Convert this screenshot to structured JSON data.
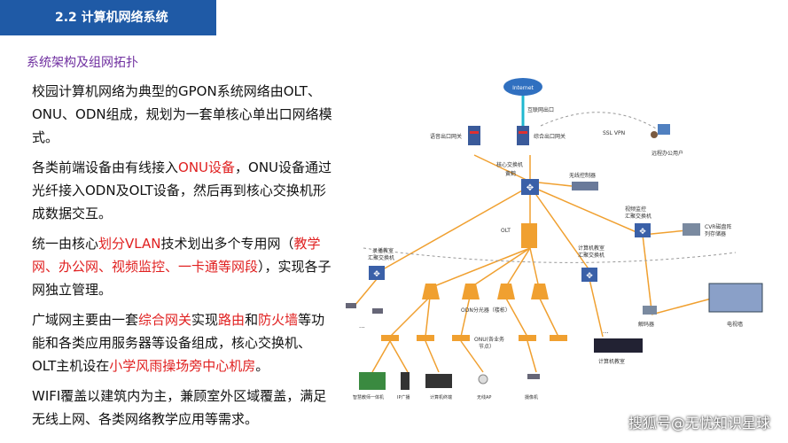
{
  "header": {
    "title": "2.2 计算机网络系统"
  },
  "section_title": "系统架构及组网拓扑",
  "paragraphs": {
    "p1": "校园计算机网络为典型的GPON系统网络由OLT、ONU、ODN组成，规划为一套单核心单出口网络模式。",
    "p2": {
      "t1": "各类前端设备由有线接入",
      "h1": "ONU设备",
      "t2": "，ONU设备通过光纤接入ODN及OLT设备，然后再到核心交换机形成数据交互。"
    },
    "p3": {
      "t1": "统一由核心",
      "h1": "划分VLAN",
      "t2": "技术划出多个专用网（",
      "h2": "教学网、办公网、视频监控、一卡通等网段",
      "t3": "），实现各子网独立管理。"
    },
    "p4": {
      "t1": "广域网主要由一套",
      "h1": "综合网关",
      "t2": "实现",
      "h2": "路由",
      "t3": "和",
      "h3": "防火墙",
      "t4": "等功能和各类应用服务器等设备组成，核心交换机、OLT主机设在",
      "h4": "小学风雨操场旁中心机房",
      "t5": "。"
    },
    "p5": "WIFI覆盖以建筑内为主，兼顾室外区域覆盖，满足无线上网、各类网络教学应用等需求。"
  },
  "diagram": {
    "internet": "Internet",
    "internet_exit": "互联网出口",
    "voice_gateway": "语音出口网关",
    "integrated_gateway": "综合出口网关",
    "ssl_vpn": "SSL VPN",
    "remote_user": "远程办公用户",
    "core_switch": "核心交换机",
    "core_switch_sub": "黄鹤",
    "wireless_controller": "无线控制器",
    "video_switch_1": "视频监控",
    "video_switch_2": "汇聚交换机",
    "cvr_1": "CVR磁盘阵",
    "cvr_2": "列存储器",
    "olt": "OLT",
    "broadcast_1": "录播教室",
    "broadcast_2": "汇聚交换机",
    "lab_switch_1": "计算机教室",
    "lab_switch_2": "汇聚交换机",
    "odn_splitter": "ODN分光器（楼栋）",
    "onu_label_1": "ONU(各业务",
    "onu_label_2": "节点）",
    "decoder": "解码器",
    "video_wall": "电视墙",
    "computer_room": "计算机教室",
    "smart_blackboard": "智慧教师一体机",
    "ip_broadcast": "IP广播",
    "terminal": "计算机终端",
    "wireless_ap": "无线AP",
    "camera": "摄像机",
    "ellipsis": "..."
  },
  "watermark": "搜狐号@无忧知识星球",
  "colors": {
    "header_bg": "#1f5aa6",
    "section": "#7030a0",
    "highlight": "#e02020",
    "line": "#f0a030",
    "cyan": "#20b8d0"
  }
}
